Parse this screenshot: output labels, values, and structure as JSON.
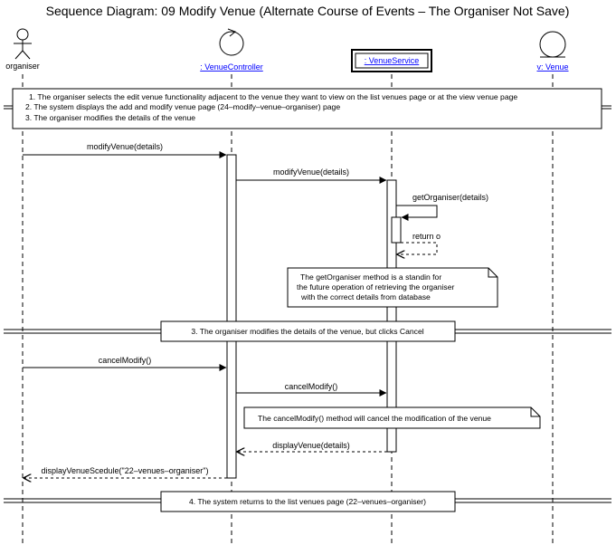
{
  "title": "Sequence Diagram: 09 Modify Venue (Alternate Course of Events – The Organiser Not Save)",
  "lifelines": {
    "organiser": "organiser",
    "controller": ": VenueController",
    "service": ": VenueService",
    "venue": "v: Venue"
  },
  "description": {
    "line1": "1. The organiser selects the edit venue functionality adjacent to the venue they want to view on the list venues page or at the view venue page",
    "line2": "2. The system displays the add and modify venue page (24–modify–venue–organiser) page",
    "line3": "3. The organiser modifies the details of the venue"
  },
  "messages": {
    "m1": "modifyVenue(details)",
    "m2": "modifyVenue(details)",
    "m3": "getOrganiser(details)",
    "m4": "return o",
    "m5": "cancelModify()",
    "m6": "cancelModify()",
    "m7": "displayVenue(details)",
    "m8": "displayVenueScedule(\"22–venues–organiser\")"
  },
  "notes": {
    "note1": {
      "line1": "The getOrganiser method is a standin for",
      "line2": "the future operation of retrieving the organiser",
      "line3": "with the correct details from database"
    },
    "note2": "The cancelModify() method will cancel the modification of the venue"
  },
  "fragments": {
    "step3": "3. The organiser modifies the details of the venue,  but clicks Cancel",
    "step4": "4. The system returns to the list venues page (22–venues–organiser)"
  }
}
